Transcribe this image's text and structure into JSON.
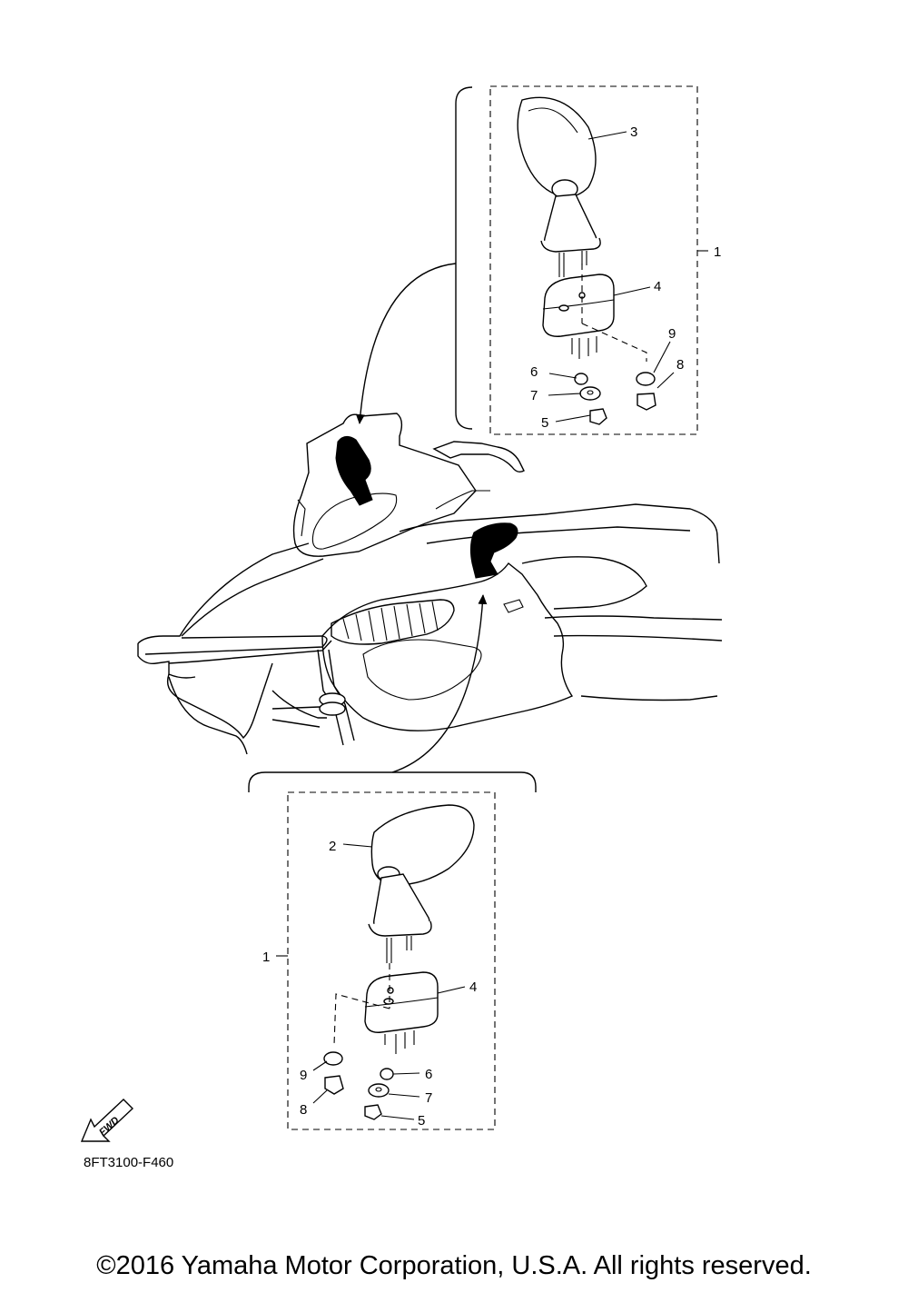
{
  "title": "",
  "diagram_code": "8FT3100-F460",
  "copyright": "©2016 Yamaha Motor Corporation, U.S.A. All rights reserved.",
  "fwd_label": "FWD",
  "callouts": {
    "upper": [
      "3",
      "1",
      "4",
      "9",
      "6",
      "8",
      "7",
      "5"
    ],
    "lower": [
      "2",
      "1",
      "4",
      "9",
      "6",
      "7",
      "8",
      "5"
    ]
  }
}
